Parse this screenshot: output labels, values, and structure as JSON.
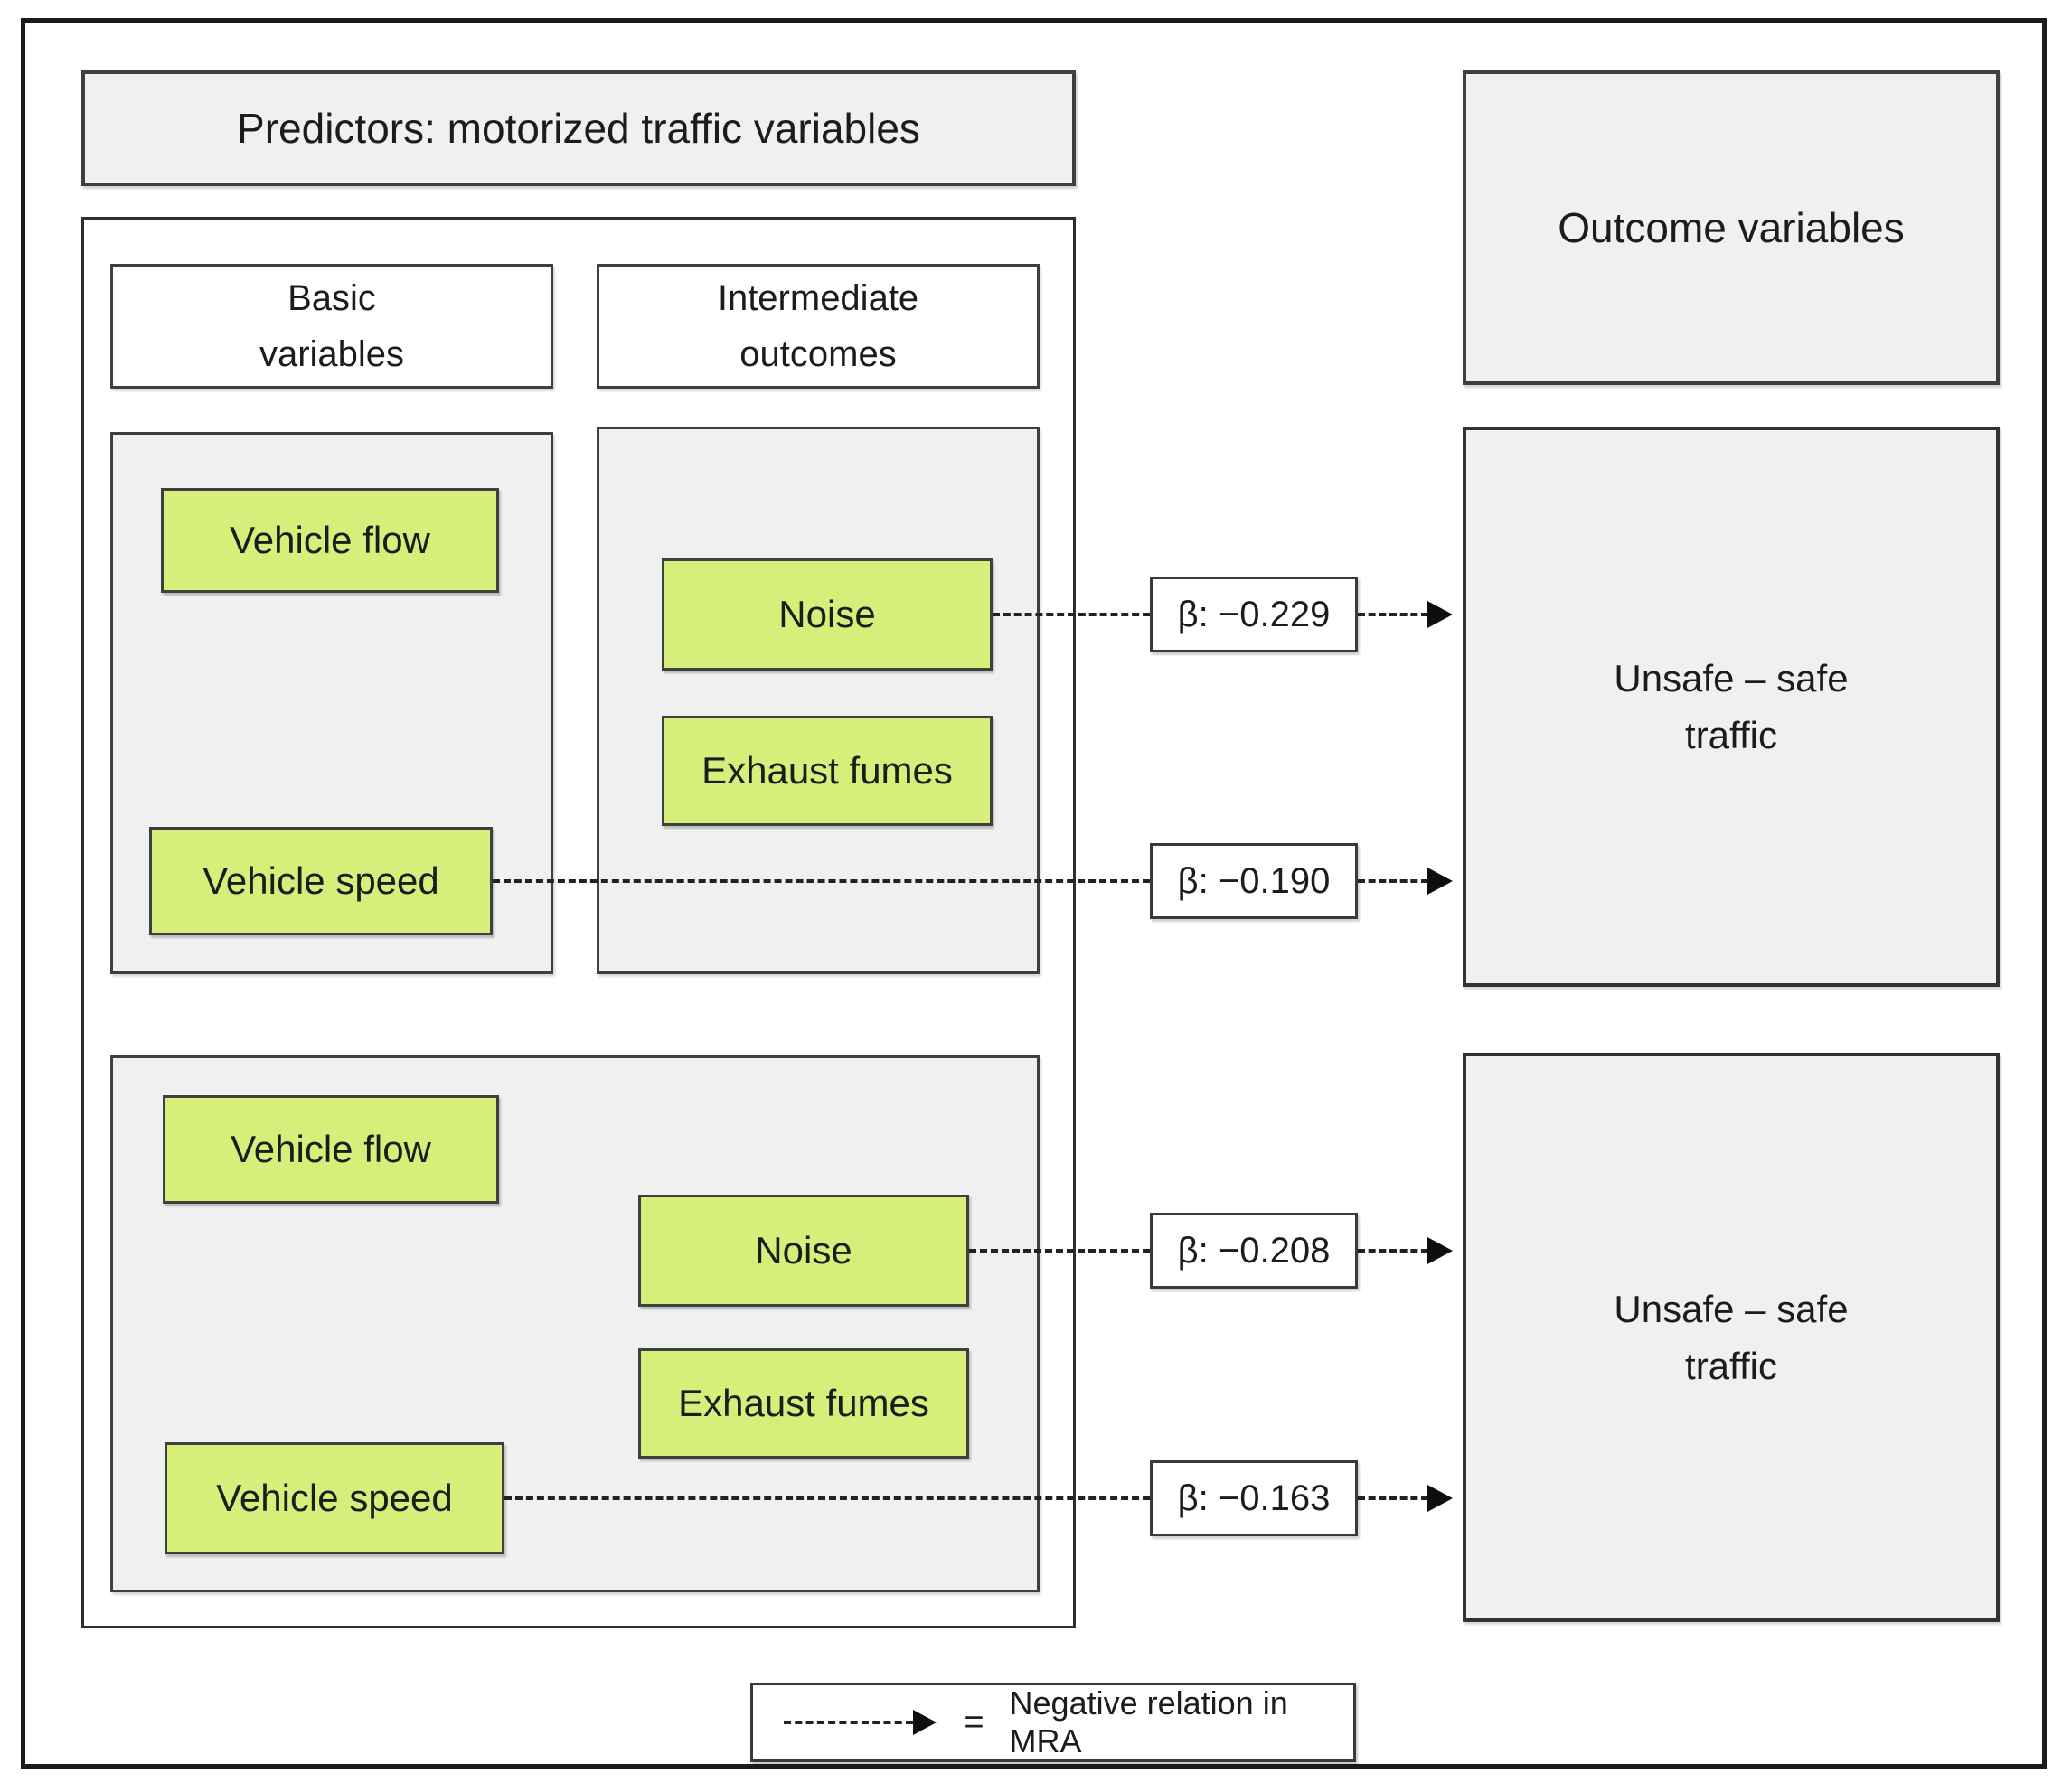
{
  "predictors_header": "Predictors: motorized traffic variables",
  "outcome_header": "Outcome variables",
  "column_labels": {
    "basic": {
      "line1": "Basic",
      "line2": "variables"
    },
    "intermediate": {
      "line1": "Intermediate",
      "line2": "outcomes"
    }
  },
  "model1": {
    "vehicle_flow": "Vehicle flow",
    "vehicle_speed": "Vehicle speed",
    "noise": "Noise",
    "exhaust_fumes": "Exhaust fumes",
    "beta_noise": "β: −0.229",
    "beta_speed": "β: −0.190",
    "outcome": {
      "line1": "Unsafe – safe",
      "line2": "traffic"
    }
  },
  "model2": {
    "vehicle_flow": "Vehicle flow",
    "vehicle_speed": "Vehicle speed",
    "noise": "Noise",
    "exhaust_fumes": "Exhaust fumes",
    "beta_noise": "β: −0.208",
    "beta_speed": "β: −0.163",
    "outcome": {
      "line1": "Unsafe – safe",
      "line2": "traffic"
    }
  },
  "legend": {
    "equals": "=",
    "label": "Negative relation in MRA"
  },
  "relations": [
    {
      "from": "Noise",
      "model": 1,
      "to": "Unsafe – safe traffic",
      "beta": "−0.229",
      "type": "negative"
    },
    {
      "from": "Vehicle speed",
      "model": 1,
      "to": "Unsafe – safe traffic",
      "beta": "−0.190",
      "type": "negative"
    },
    {
      "from": "Noise",
      "model": 2,
      "to": "Unsafe – safe traffic",
      "beta": "−0.208",
      "type": "negative"
    },
    {
      "from": "Vehicle speed",
      "model": 2,
      "to": "Unsafe – safe traffic",
      "beta": "−0.163",
      "type": "negative"
    }
  ],
  "colors": {
    "green_fill": "#d6ee7a",
    "gray_fill": "#f0f0f0",
    "box_border": "#3f3f3f",
    "arrow": "#0e0e0e"
  }
}
